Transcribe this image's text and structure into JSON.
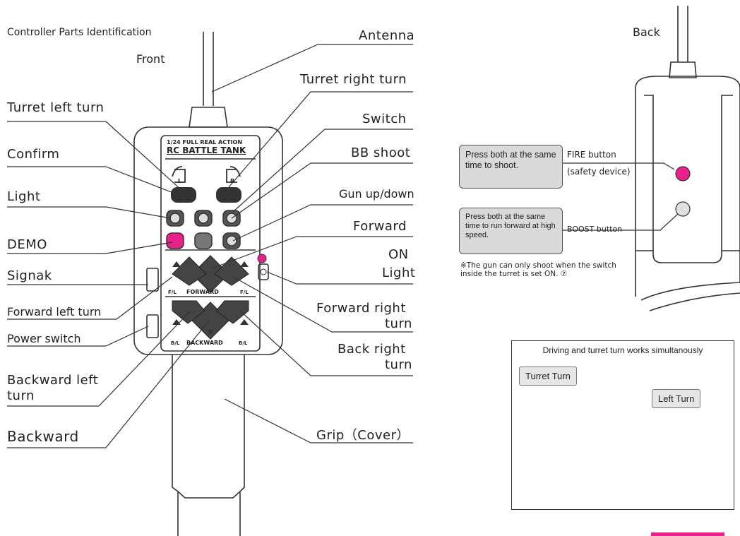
{
  "title": "Controller Parts Identification",
  "front_label": "Front",
  "back_label": "Back",
  "left_labels": {
    "turret_left": "Turret left turn",
    "confirm": "Confirm",
    "light": "Light",
    "demo": "DEMO",
    "signak": "Signak",
    "forward_left": "Forward left turn",
    "power_switch": "Power switch",
    "backward_left_1": "Backward left",
    "backward_left_2": "turn",
    "backward": "Backward"
  },
  "right_labels": {
    "antenna": "Antenna",
    "turret_right": "Turret right turn",
    "switch": "Switch",
    "bb_shoot": "BB shoot",
    "gun_updown": "Gun up/down",
    "forward": "Forward",
    "on": "ON",
    "light": "Light",
    "forward_right_1": "Forward right",
    "forward_right_2": "turn",
    "back_right_1": "Back right",
    "back_right_2": "turn",
    "grip": "Grip（Cover）"
  },
  "controller": {
    "line1": "1/24 FULL REAL ACTION",
    "line2": "RC BATTLE TANK",
    "forward": "FORWARD",
    "backward": "BACKWARD",
    "fl": "F/L",
    "bl": "B/L",
    "l": "L",
    "r": "R"
  },
  "back_panel": {
    "callout1": "Press both at the same time to shoot.",
    "fire_1": "FIRE button",
    "fire_2": "(safety device)",
    "callout2": "Press both at the same time to run forward at high speed.",
    "boost": "BOOST button",
    "note": "※The gun can only shoot when the switch inside the turret is set ON. ⑦"
  },
  "inset": {
    "title": "Driving and turret turn works simultanously",
    "turret_turn": "Turret Turn",
    "left_turn": "Left Turn"
  },
  "colors": {
    "accent": "#e8218c",
    "callout_bg": "#d9d9d9",
    "line": "#333333"
  }
}
